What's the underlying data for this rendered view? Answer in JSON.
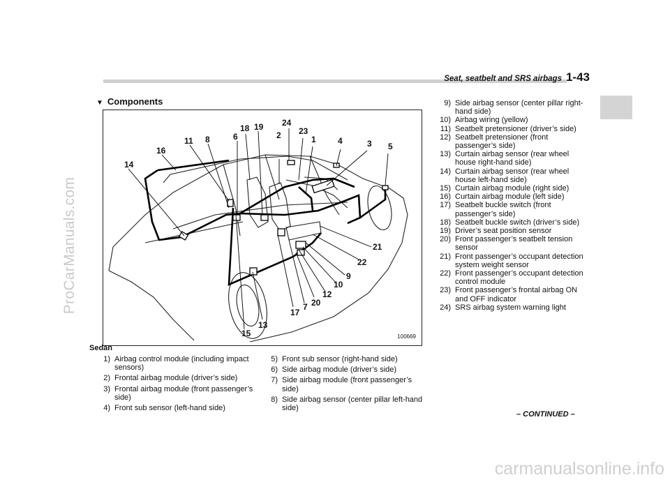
{
  "watermark_left": "ProCarManuals.com",
  "watermark_bottom": "carmanualsonline.info",
  "header": {
    "title": "Seat, seatbelt and SRS airbags",
    "page": "1-43"
  },
  "section": {
    "marker": "▼",
    "title": "Components"
  },
  "figure": {
    "id": "100669",
    "callouts": [
      "14",
      "16",
      "11",
      "8",
      "6",
      "18",
      "19",
      "2",
      "24",
      "23",
      "1",
      "4",
      "3",
      "5",
      "21",
      "22",
      "9",
      "10",
      "12",
      "20",
      "7",
      "17",
      "13",
      "15"
    ]
  },
  "caption": "Sedan",
  "list_left": [
    {
      "num": "1)",
      "text": "Airbag control module (including impact sensors)"
    },
    {
      "num": "2)",
      "text": "Frontal airbag module (driver’s side)"
    },
    {
      "num": "3)",
      "text": "Frontal airbag module (front passenger’s side)"
    },
    {
      "num": "4)",
      "text": "Front sub sensor (left-hand side)"
    }
  ],
  "list_middle": [
    {
      "num": "5)",
      "text": "Front sub sensor (right-hand side)"
    },
    {
      "num": "6)",
      "text": "Side airbag module (driver’s side)"
    },
    {
      "num": "7)",
      "text": "Side airbag module (front passenger’s side)"
    },
    {
      "num": "8)",
      "text": "Side airbag sensor (center pillar left-hand side)"
    }
  ],
  "list_right": [
    {
      "num": "9)",
      "text": "Side airbag sensor (center pillar right-hand side)"
    },
    {
      "num": "10)",
      "text": "Airbag wiring (yellow)"
    },
    {
      "num": "11)",
      "text": "Seatbelt pretensioner (driver’s side)"
    },
    {
      "num": "12)",
      "text": "Seatbelt pretensioner (front passenger’s side)"
    },
    {
      "num": "13)",
      "text": "Curtain airbag sensor (rear wheel house right-hand side)"
    },
    {
      "num": "14)",
      "text": "Curtain airbag sensor (rear wheel house left-hand side)"
    },
    {
      "num": "15)",
      "text": "Curtain airbag module (right side)"
    },
    {
      "num": "16)",
      "text": "Curtain airbag module (left side)"
    },
    {
      "num": "17)",
      "text": "Seatbelt buckle switch (front passenger’s side)"
    },
    {
      "num": "18)",
      "text": "Seatbelt buckle switch (driver’s side)"
    },
    {
      "num": "19)",
      "text": "Driver’s seat position sensor"
    },
    {
      "num": "20)",
      "text": "Front passenger’s seatbelt tension sensor"
    },
    {
      "num": "21)",
      "text": "Front passenger’s occupant detection system weight sensor"
    },
    {
      "num": "22)",
      "text": "Front passenger’s occupant detection control module"
    },
    {
      "num": "23)",
      "text": "Front passenger’s frontal airbag ON and OFF indicator"
    },
    {
      "num": "24)",
      "text": "SRS airbag system warning light"
    }
  ],
  "continued": "– CONTINUED –"
}
